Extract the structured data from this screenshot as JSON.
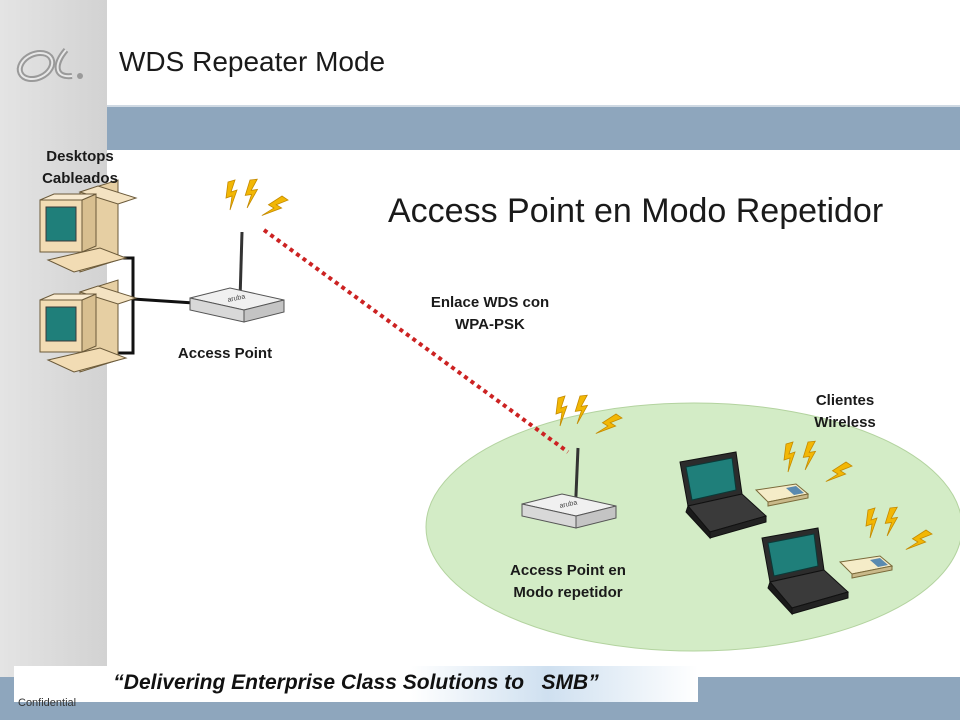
{
  "slide": {
    "title": "WDS Repeater Mode",
    "heading": "Access Point en Modo Repetidor"
  },
  "labels": {
    "desktops_line1": "Desktops",
    "desktops_line2": "Cableados",
    "access_point": "Access Point",
    "wds_line1": "Enlace WDS con",
    "wds_line2": "WPA-PSK",
    "repeater_line1": "Access Point en",
    "repeater_line2": "Modo repetidor",
    "clients_line1": "Clientes",
    "clients_line2": "Wireless"
  },
  "footer": {
    "tagline": "“Delivering Enterprise Class Solutions to   SMB”",
    "confidential": "Confidential"
  },
  "colors": {
    "header_band": "#8ea6bd",
    "wireless_zone": "#d3ecc6",
    "wds_link": "#cc2222",
    "signal": "#f2b705",
    "monitor_body": "#f2dcb4",
    "screen": "#1f7f7a"
  },
  "icons": {
    "logo": "swirl-logo",
    "desktop": "desktop-computer-icon",
    "router": "wireless-router-icon",
    "laptop": "laptop-icon",
    "card": "wireless-pc-card-icon",
    "signal": "signal-bolt-icon"
  }
}
